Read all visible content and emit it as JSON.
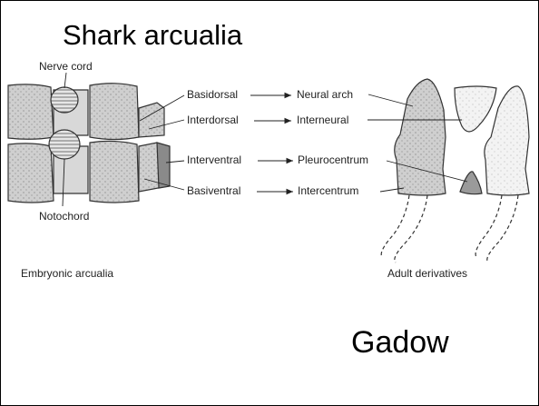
{
  "slide": {
    "title": "Shark arcualia",
    "credit": "Gadow"
  },
  "diagram": {
    "left_labels": {
      "nerve_cord": "Nerve cord",
      "notochord": "Notochord",
      "caption": "Embryonic arcualia"
    },
    "right_caption": "Adult derivatives",
    "mappings": [
      {
        "from": "Basidorsal",
        "to": "Neural arch"
      },
      {
        "from": "Interdorsal",
        "to": "Interneural"
      },
      {
        "from": "Interventral",
        "to": "Pleurocentrum"
      },
      {
        "from": "Basiventral",
        "to": "Intercentrum"
      }
    ]
  }
}
